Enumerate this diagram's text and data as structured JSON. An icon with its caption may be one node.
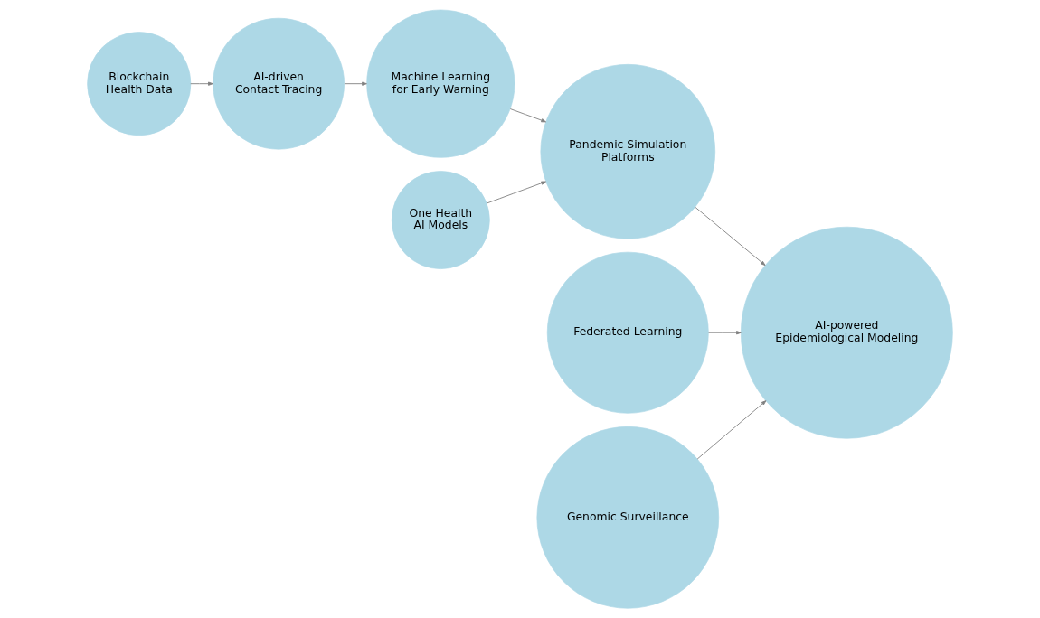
{
  "diagram": {
    "nodes": [
      {
        "text": [
          "Blockchain Health Data"
        ]
      },
      {
        "text": [
          "AI-driven Contact Tracing"
        ]
      },
      {
        "text": [
          "One Health AI Models"
        ]
      },
      {
        "text": [
          "Federated Learning"
        ]
      },
      {
        "text": [
          "Pandemic Simulation Platforms"
        ]
      },
      {
        "text": [
          "Machine Learning for Early Warning"
        ]
      },
      {
        "text": [
          "Genomic Surveillance"
        ]
      },
      {
        "text": [
          "AI-powered Epidemiological Modeling"
        ]
      }
    ],
    "edges": [
      {
        "from": 0,
        "to": 1,
        "arrow": "to"
      },
      {
        "from": 1,
        "to": 5,
        "arrow": "to"
      },
      {
        "from": 2,
        "to": 4,
        "arrow": "to"
      },
      {
        "from": 5,
        "to": 4,
        "arrow": "to"
      },
      {
        "from": 4,
        "to": 7,
        "arrow": "to"
      },
      {
        "from": 3,
        "to": 7,
        "arrow": "to"
      },
      {
        "from": 6,
        "to": 7,
        "arrow": "to"
      }
    ]
  }
}
